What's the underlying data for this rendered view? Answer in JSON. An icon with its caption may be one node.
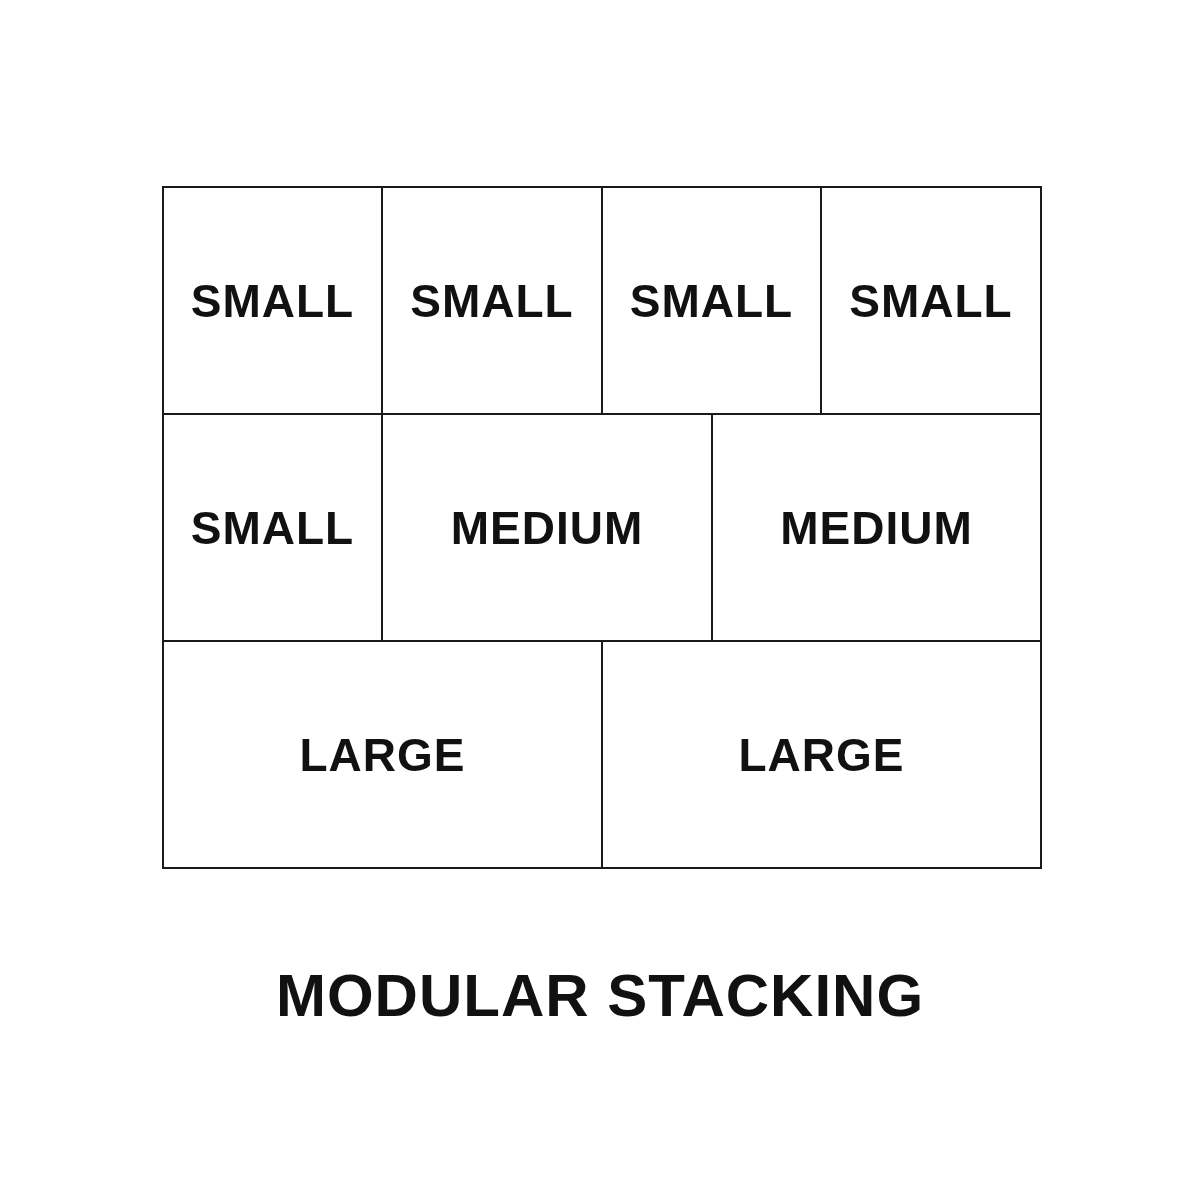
{
  "diagram": {
    "caption": "MODULAR STACKING",
    "nodes": [
      {
        "text": [
          "SMALL"
        ]
      },
      {
        "text": [
          "SMALL"
        ]
      },
      {
        "text": [
          "SMALL"
        ]
      },
      {
        "text": [
          "SMALL"
        ]
      },
      {
        "text": [
          "SMALL"
        ]
      },
      {
        "text": [
          "MEDIUM"
        ]
      },
      {
        "text": [
          "MEDIUM"
        ]
      },
      {
        "text": [
          "LARGE"
        ]
      },
      {
        "text": [
          "LARGE"
        ]
      }
    ]
  }
}
